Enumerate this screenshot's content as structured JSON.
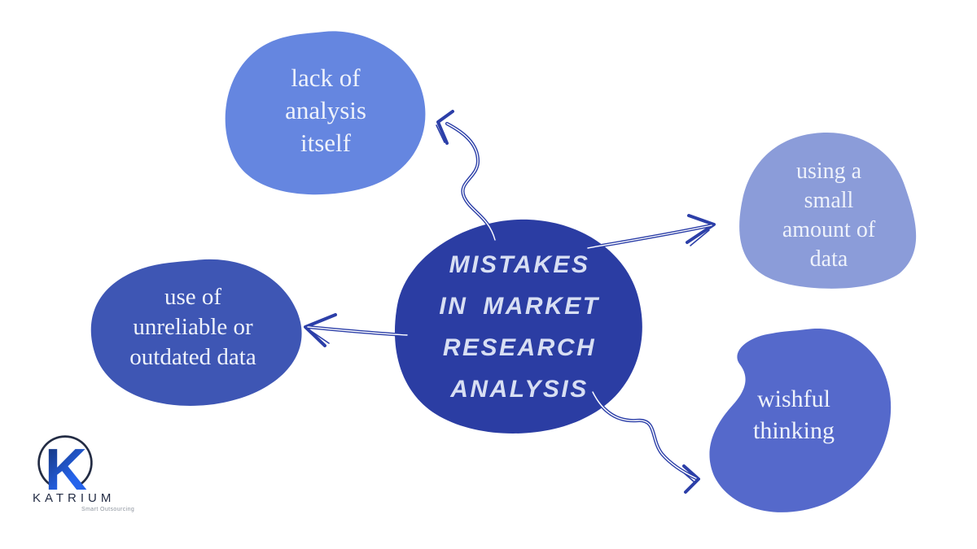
{
  "title": "Mistakes in market research analysis mind map",
  "colors": {
    "center_blob": "#2b3da3",
    "node_lack": "#6586e0",
    "node_small_data": "#8b9cd9",
    "node_unreliable": "#3e56b4",
    "node_wishful": "#5569cb",
    "arrow": "#2c3fa8",
    "center_text": "#d8dff3",
    "node_text": "#eef2fb",
    "logo_navy": "#232c44",
    "logo_blue": "#2563eb",
    "tagline_gray": "#8d949e",
    "background": "#ffffff"
  },
  "center": {
    "label": "MISTAKES\nIN MARKET\nRESEARCH\nANALYSIS"
  },
  "nodes": [
    {
      "id": "lack-of-analysis",
      "label": "lack of\nanalysis\nitself"
    },
    {
      "id": "small-amount-of-data",
      "label": "using a\nsmall\namount of\ndata"
    },
    {
      "id": "unreliable-outdated-data",
      "label": "use of\nunreliable or\noutdated data"
    },
    {
      "id": "wishful-thinking",
      "label": "wishful\nthinking"
    }
  ],
  "logo": {
    "monogram": "K",
    "brand": "KATRIUM",
    "tagline": "Smart Outsourcing"
  }
}
